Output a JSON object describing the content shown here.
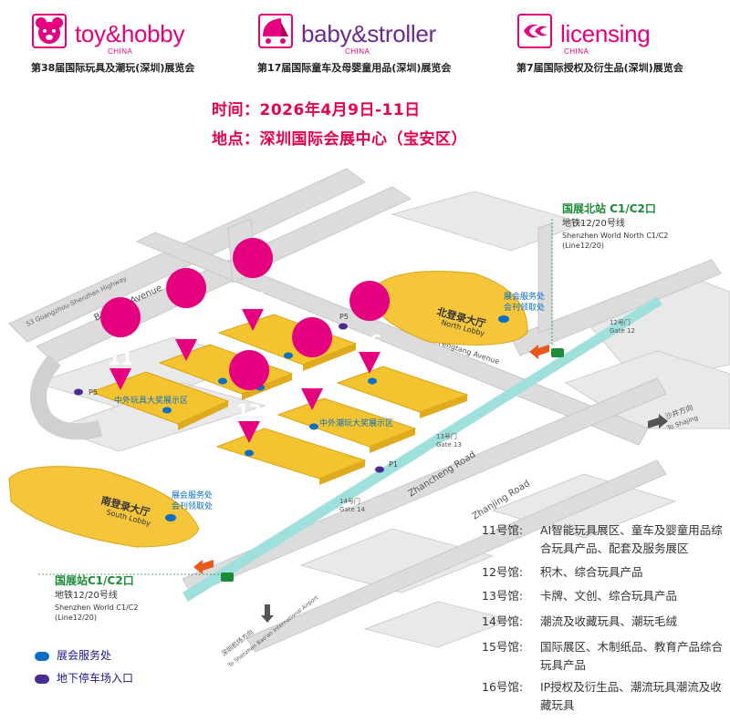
{
  "header": {
    "brands": [
      {
        "name": "toy&hobby",
        "china": "CHINA",
        "subtitle": "第38届国际玩具及潮玩(深圳)展览会"
      },
      {
        "name": "baby&stroller",
        "china": "CHINA",
        "subtitle": "第17届国际童车及母婴童用品(深圳)展览会"
      },
      {
        "name": "licensing",
        "china": "CHINA",
        "subtitle": "第7届国际授权及衍生品(深圳)展览会"
      }
    ],
    "time": "时间：2026年4月9日-11日",
    "venue": "地点：深圳国际会展中心（宝安区）"
  },
  "map": {
    "halls": [
      "11",
      "13",
      "15",
      "12",
      "14",
      "16"
    ],
    "north_station": {
      "title": "国展北站 C1/C2口",
      "line_cn": "地铁12/20号线",
      "line_en": "Shenzhen World North C1/C2",
      "line_num": "(Line12/20)"
    },
    "south_station": {
      "title": "国展站C1/C2口",
      "line_cn": "地铁12/20号线",
      "line_en": "Shenzhen World  C1/C2",
      "line_num": "(Line12/20)"
    },
    "north_lobby": {
      "cn": "北登录大厅",
      "en": "North Lobby",
      "service": "展会服务处",
      "service2": "会刊领取处"
    },
    "south_lobby": {
      "cn": "南登录大厅",
      "en": "South Lobby",
      "service": "展会服务处",
      "service2": "会刊领取处"
    },
    "award_left": "中外玩具大奖展示区",
    "award_right": "中外潮玩大奖展示区",
    "roads": {
      "s3": "S3 Guangzhou-Shenzhen Highway",
      "binjiang": "Binjiang Avenue",
      "fengtang": "Fengtang Avenue",
      "zhancheng": "Zhancheng Road",
      "zhanjing": "Zhanjing Road"
    },
    "parking": [
      "P5",
      "P5",
      "P1"
    ],
    "gates": {
      "gate12_cn": "12号门",
      "gate12_en": "Gate 12",
      "gate13_cn": "13号门",
      "gate13_en": "Gate 13",
      "gate14_cn": "14号门",
      "gate14_en": "Gate 14"
    },
    "to_shajing_cn": "沙井方向",
    "to_shajing_en": "To Shajing",
    "to_airport_cn": "深圳机场方向",
    "to_airport_en": "To Shenzhen Bao'an International Airport"
  },
  "legend": {
    "service": "展会服务处",
    "parking": "地下停车场入口",
    "service_color": "#0a6fc2",
    "parking_color": "#4b2a8e"
  },
  "hall_list": [
    {
      "label": "11号馆:",
      "desc": "AI智能玩具展区、童车及婴童用品综合玩具产品、配套及服务展区"
    },
    {
      "label": "12号馆:",
      "desc": "积木、综合玩具产品"
    },
    {
      "label": "13号馆:",
      "desc": "卡牌、文创、综合玩具产品"
    },
    {
      "label": "14号馆:",
      "desc": "潮流及收藏玩具、潮玩毛绒"
    },
    {
      "label": "15号馆:",
      "desc": "国际展区、木制纸品、教育产品综合玩具产品"
    },
    {
      "label": "16号馆:",
      "desc": "IP授权及衍生品、潮流玩具潮流及收藏玩具"
    }
  ],
  "colors": {
    "magenta": "#e4007f",
    "hall": "#f4c430",
    "road": "#d9d9d9",
    "metro": "#7fd7d7",
    "green": "#1d8a3a"
  }
}
